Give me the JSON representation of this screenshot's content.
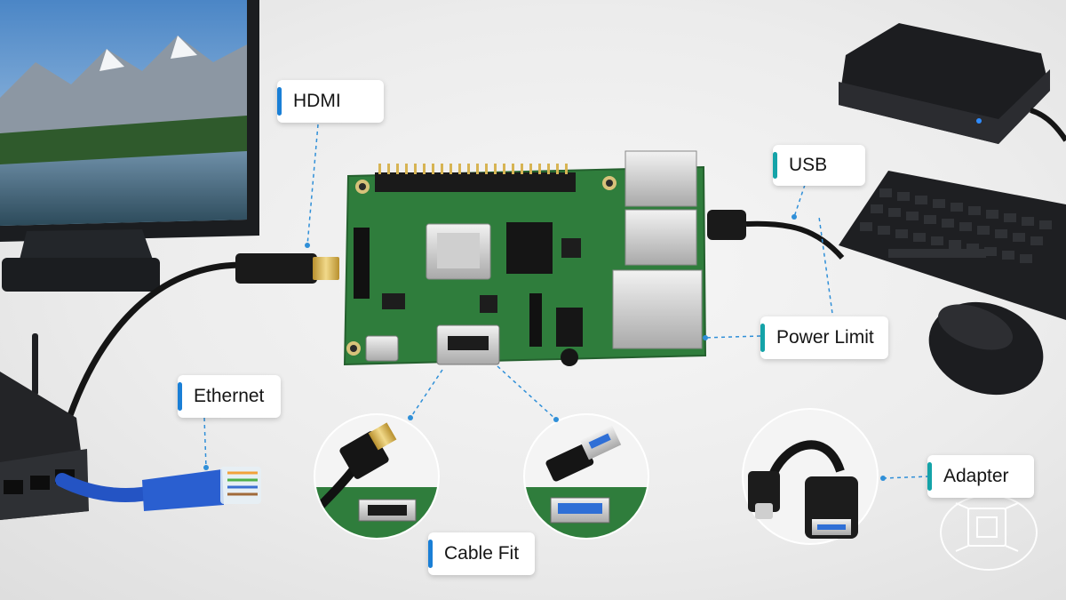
{
  "callouts": {
    "hdmi": "HDMI",
    "usb": "USB",
    "power_limit": "Power Limit",
    "ethernet": "Ethernet",
    "cable_fit": "Cable Fit",
    "adapter": "Adapter"
  },
  "colors": {
    "board_green": "#2f7d3c",
    "callout_blue": "#1a7fd6",
    "callout_teal": "#14a3a8",
    "ethernet_cable": "#2454c4",
    "hdmi_gold": "#d8b24a"
  },
  "icons": [
    "monitor-icon",
    "router-icon",
    "hard-drive-icon",
    "keyboard-icon",
    "mouse-icon",
    "usb-adapter-icon",
    "badge-icon"
  ]
}
